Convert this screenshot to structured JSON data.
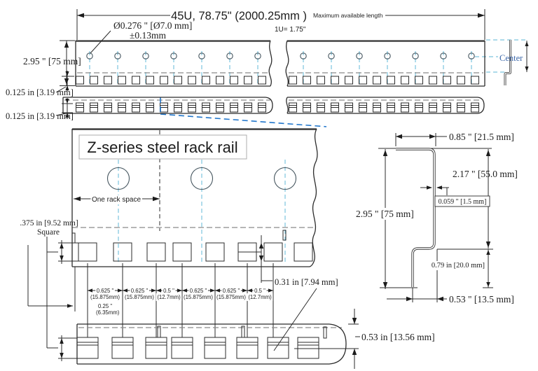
{
  "drawing": {
    "title": "Z-series steel rack rail",
    "top": {
      "overall_length": "45U, 78.75\" (2000.25mm )",
      "max_note": "Maximum available length",
      "unit_note": "1U= 1.75\"",
      "hole_diameter": "Ø0.276 \" [Ø7.0 mm]",
      "hole_tolerance": "±0.13mm",
      "rail_height": "2.95 \" [75 mm]",
      "lip_thickness_top": "0.125 in [3.19 mm]",
      "lip_thickness_bottom": "0.125 in [3.19 mm]",
      "center_label": "Center"
    },
    "detail": {
      "rack_space_label": "One rack space",
      "square_size": ".375 in [9.52 mm]",
      "square_word": "Square",
      "hole_to_edge": "0.31 in [7.94 mm]",
      "edge_margin_in": "0.25 \"",
      "edge_margin_mm": "(6.35mm)",
      "bottom_height": "0.53 in [13.56 mm]",
      "chain": [
        {
          "in": "0.625 \"",
          "mm": "(15.875mm)"
        },
        {
          "in": "0.625 \"",
          "mm": "(15.875mm)"
        },
        {
          "in": "0.5 \"",
          "mm": "(12.7mm)"
        },
        {
          "in": "0.625 \"",
          "mm": "(15.875mm)"
        },
        {
          "in": "0.625 \"",
          "mm": "(15.875mm)"
        },
        {
          "in": "0.5 \"",
          "mm": "(12.7mm)"
        }
      ]
    },
    "profile": {
      "top_flange": "0.85 \" [21.5 mm]",
      "upper_height": "2.17 \" [55.0 mm]",
      "thickness": "0.059 \" [1.5 mm]",
      "total_height": "2.95 \" [75 mm]",
      "lower_height": "0.79 in [20.0 mm]",
      "bottom_flange": "0.53 \" [13.5 mm]"
    },
    "colors": {
      "line": "#2b2b2b",
      "centerline": "#7cc4de",
      "callout_blue": "#2277cc",
      "center_text_blue": "#3b66a8",
      "gray_dash": "#8a8a8a"
    }
  }
}
